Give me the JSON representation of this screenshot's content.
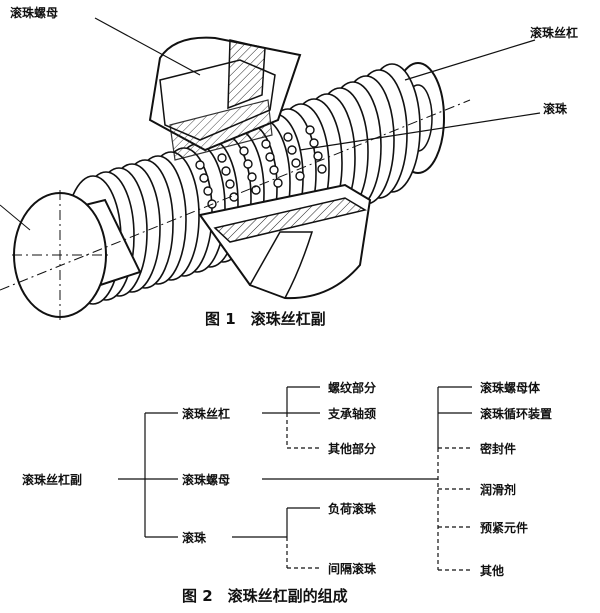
{
  "figure1": {
    "labels": {
      "nut": "滚珠螺母",
      "screw": "滚珠丝杠",
      "ball": "滚珠"
    },
    "caption": "图 1　滚珠丝杠副"
  },
  "figure2": {
    "root": "滚珠丝杠副",
    "branches": {
      "screw": {
        "label": "滚珠丝杠",
        "children": [
          "螺纹部分",
          "支承轴颈",
          "其他部分"
        ]
      },
      "nut": {
        "label": "滚珠螺母",
        "children": [
          "滚珠螺母体",
          "滚珠循环装置",
          "密封件",
          "润滑剂",
          "预紧元件",
          "其他"
        ]
      },
      "ball": {
        "label": "滚珠",
        "children": [
          "负荷滚珠",
          "间隔滚珠"
        ]
      }
    },
    "caption": "图 2　滚珠丝杠副的组成"
  }
}
